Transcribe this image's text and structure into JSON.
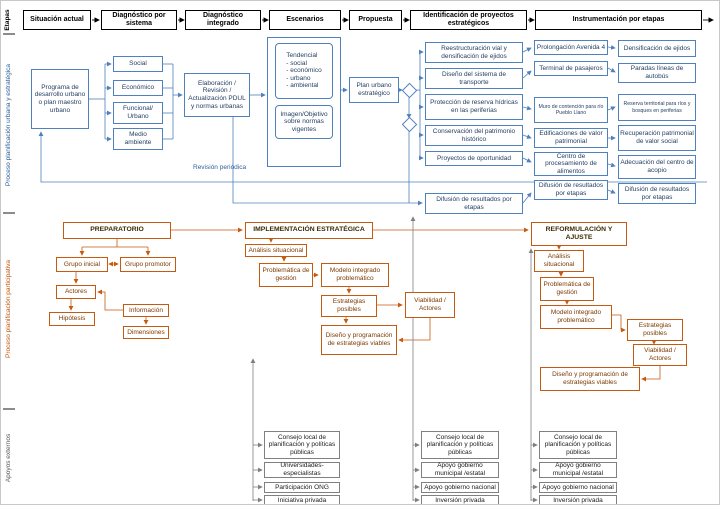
{
  "header": {
    "stages": [
      "Situación actual",
      "Diagnóstico por sistema",
      "Diagnóstico integrado",
      "Escenarios",
      "Propuesta",
      "Identificación de proyectos estratégicos",
      "Instrumentación por etapas"
    ]
  },
  "side": {
    "etapas": "Etapas",
    "urbana": "Proceso planificación urbana y estratégica",
    "participativa": "Proceso planificación participativa",
    "apoyos": "Apoyos externos"
  },
  "urban": {
    "programa": "Programa de desarrollo urbano o plan maestro urbano",
    "sistemas": [
      "Social",
      "Económico",
      "Funcional/ Urbano",
      "Medio ambiente"
    ],
    "elaboracion": "Elaboración / Revisión / Actualización PDUL y normas urbanas",
    "tendencial": "Tendencial\n- social\n- económico\n- urbano\n- ambiental",
    "imagen": "Imagen/Objetivo sobre normas vigentes",
    "plan": "Plan urbano estratégico",
    "revision": "Revisión periódica",
    "proyectos": [
      "Reestructuración vial y densificación de ejidos",
      "Diseño del sistema de transporte",
      "Protección de reserva hídricas en las periferias",
      "Conservación del patrimonio histórico",
      "Proyectos de oportunidad"
    ],
    "difusion": "Difusión de resultados por etapas",
    "instr_left": [
      "Prolongación Avenida 4",
      "Terminal de pasajeros",
      "Muro de contención para río Pueblo Llano",
      "Edificaciones de valor patrimonial",
      "Centro de procesamiento de alimentos",
      "Difusión de resultados por etapas"
    ],
    "instr_right": [
      "Densificación de ejidos",
      "Paradas líneas de autobús",
      "Reserva territorial para ríos y bosques en periferias",
      "Recuperación patrimonial de valor social",
      "Adecuación del centro de acopio",
      "Difusión de resultados por etapas"
    ]
  },
  "part": {
    "preparatorio": "PREPARATORIO",
    "grupo_inicial": "Grupo inicial",
    "grupo_promotor": "Grupo promotor",
    "actores": "Actores",
    "hipotesis": "Hipótesis",
    "informacion": "Información",
    "dimensiones": "Dimensiones",
    "implementacion": "IMPLEMENTACIÓN ESTRATÉGICA",
    "impl": [
      "Análisis situacional",
      "Problemática de gestión",
      "Modelo integrado problemático",
      "Estrategias posibles",
      "Viabilidad / Actores",
      "Diseño y programación de estrategias viables"
    ],
    "reformulacion": "REFORMULACIÓN Y AJUSTE",
    "ref": [
      "Análisis situacional",
      "Problemática de gestión",
      "Modelo integrado problemático",
      "Estrategias posibles",
      "Viabilidad / Actores",
      "Diseño y programación de estrategias viables"
    ]
  },
  "apoyos": {
    "g1": [
      "Consejo local de planificación y políticas públicas",
      "Universidades-especialistas",
      "Participación ONG",
      "Iniciativa privada"
    ],
    "g2": [
      "Consejo local de planificación y políticas públicas",
      "Apoyo gobierno municipal /estatal",
      "Apoyo gobierno nacional",
      "Inversión privada"
    ],
    "g3": [
      "Consejo local de planificación y políticas públicas",
      "Apoyo gobierno municipal /estatal",
      "Apoyo gobierno nacional",
      "Inversión privada"
    ]
  },
  "colors": {
    "blue": "#4f81bd",
    "orange": "#c55a11",
    "gray": "#808080",
    "black": "#000000"
  }
}
